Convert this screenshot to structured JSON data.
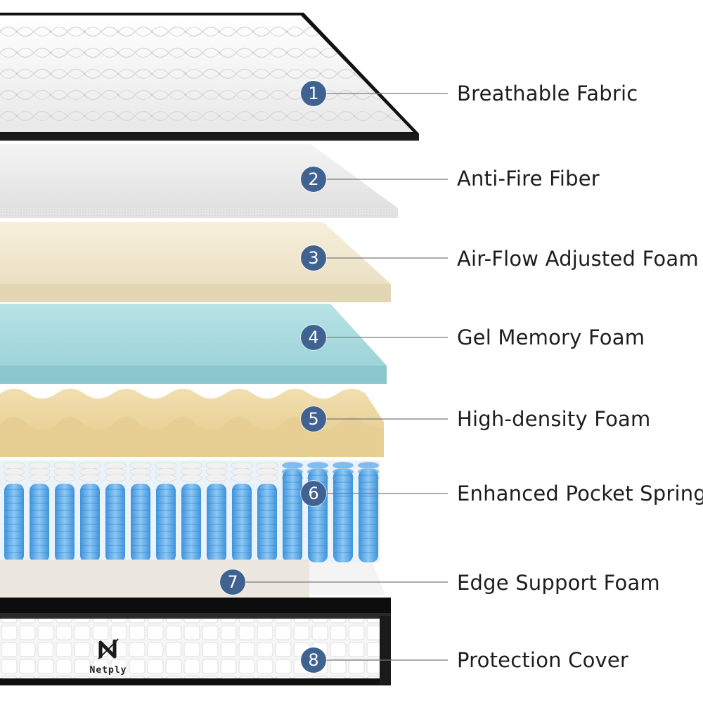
{
  "brand": {
    "name": "Netply",
    "logo_icon": "netply-n-logo-icon"
  },
  "layers": [
    {
      "number": "1",
      "label": "Breathable Fabric",
      "color": "#f2f2f2"
    },
    {
      "number": "2",
      "label": "Anti-Fire Fiber",
      "color": "#e6e6e6"
    },
    {
      "number": "3",
      "label": "Air-Flow Adjusted Foam",
      "color": "#efe6cc"
    },
    {
      "number": "4",
      "label": "Gel Memory Foam",
      "color": "#a9dbe0"
    },
    {
      "number": "5",
      "label": "High-density Foam",
      "color": "#ecd6a0"
    },
    {
      "number": "6",
      "label": "Enhanced Pocket Spring",
      "color": "#5aa7e6"
    },
    {
      "number": "7",
      "label": "Edge Support Foam",
      "color": "#ebe7de"
    },
    {
      "number": "8",
      "label": "Protection Cover",
      "color": "#f7f7f7"
    }
  ],
  "colors": {
    "badge": "#3f6290",
    "leader_line": "#7a7a7a",
    "text": "#1e1e1e"
  }
}
